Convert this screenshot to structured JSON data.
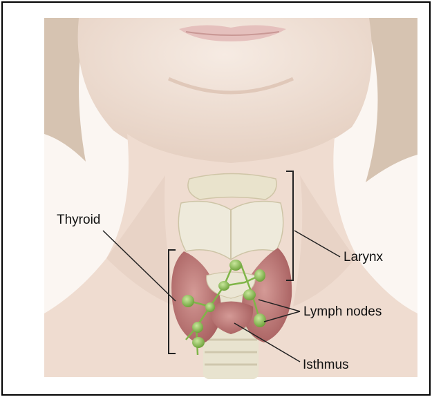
{
  "labels": {
    "thyroid": "Thyroid",
    "larynx": "Larynx",
    "lymph_nodes": "Lymph nodes",
    "isthmus": "Isthmus"
  },
  "colors": {
    "background": "#ffffff",
    "skin": "#f1e2d7",
    "skin_shadow": "#e3cbbb",
    "lips": "#e7c7c5",
    "cartilage": "#ece9d4",
    "thyroid_gland": "#c07a7a",
    "lymph_node": "#8fc25a",
    "hair": "#c7b29f"
  },
  "icons": [
    "thyroid-anatomy-illustration"
  ]
}
